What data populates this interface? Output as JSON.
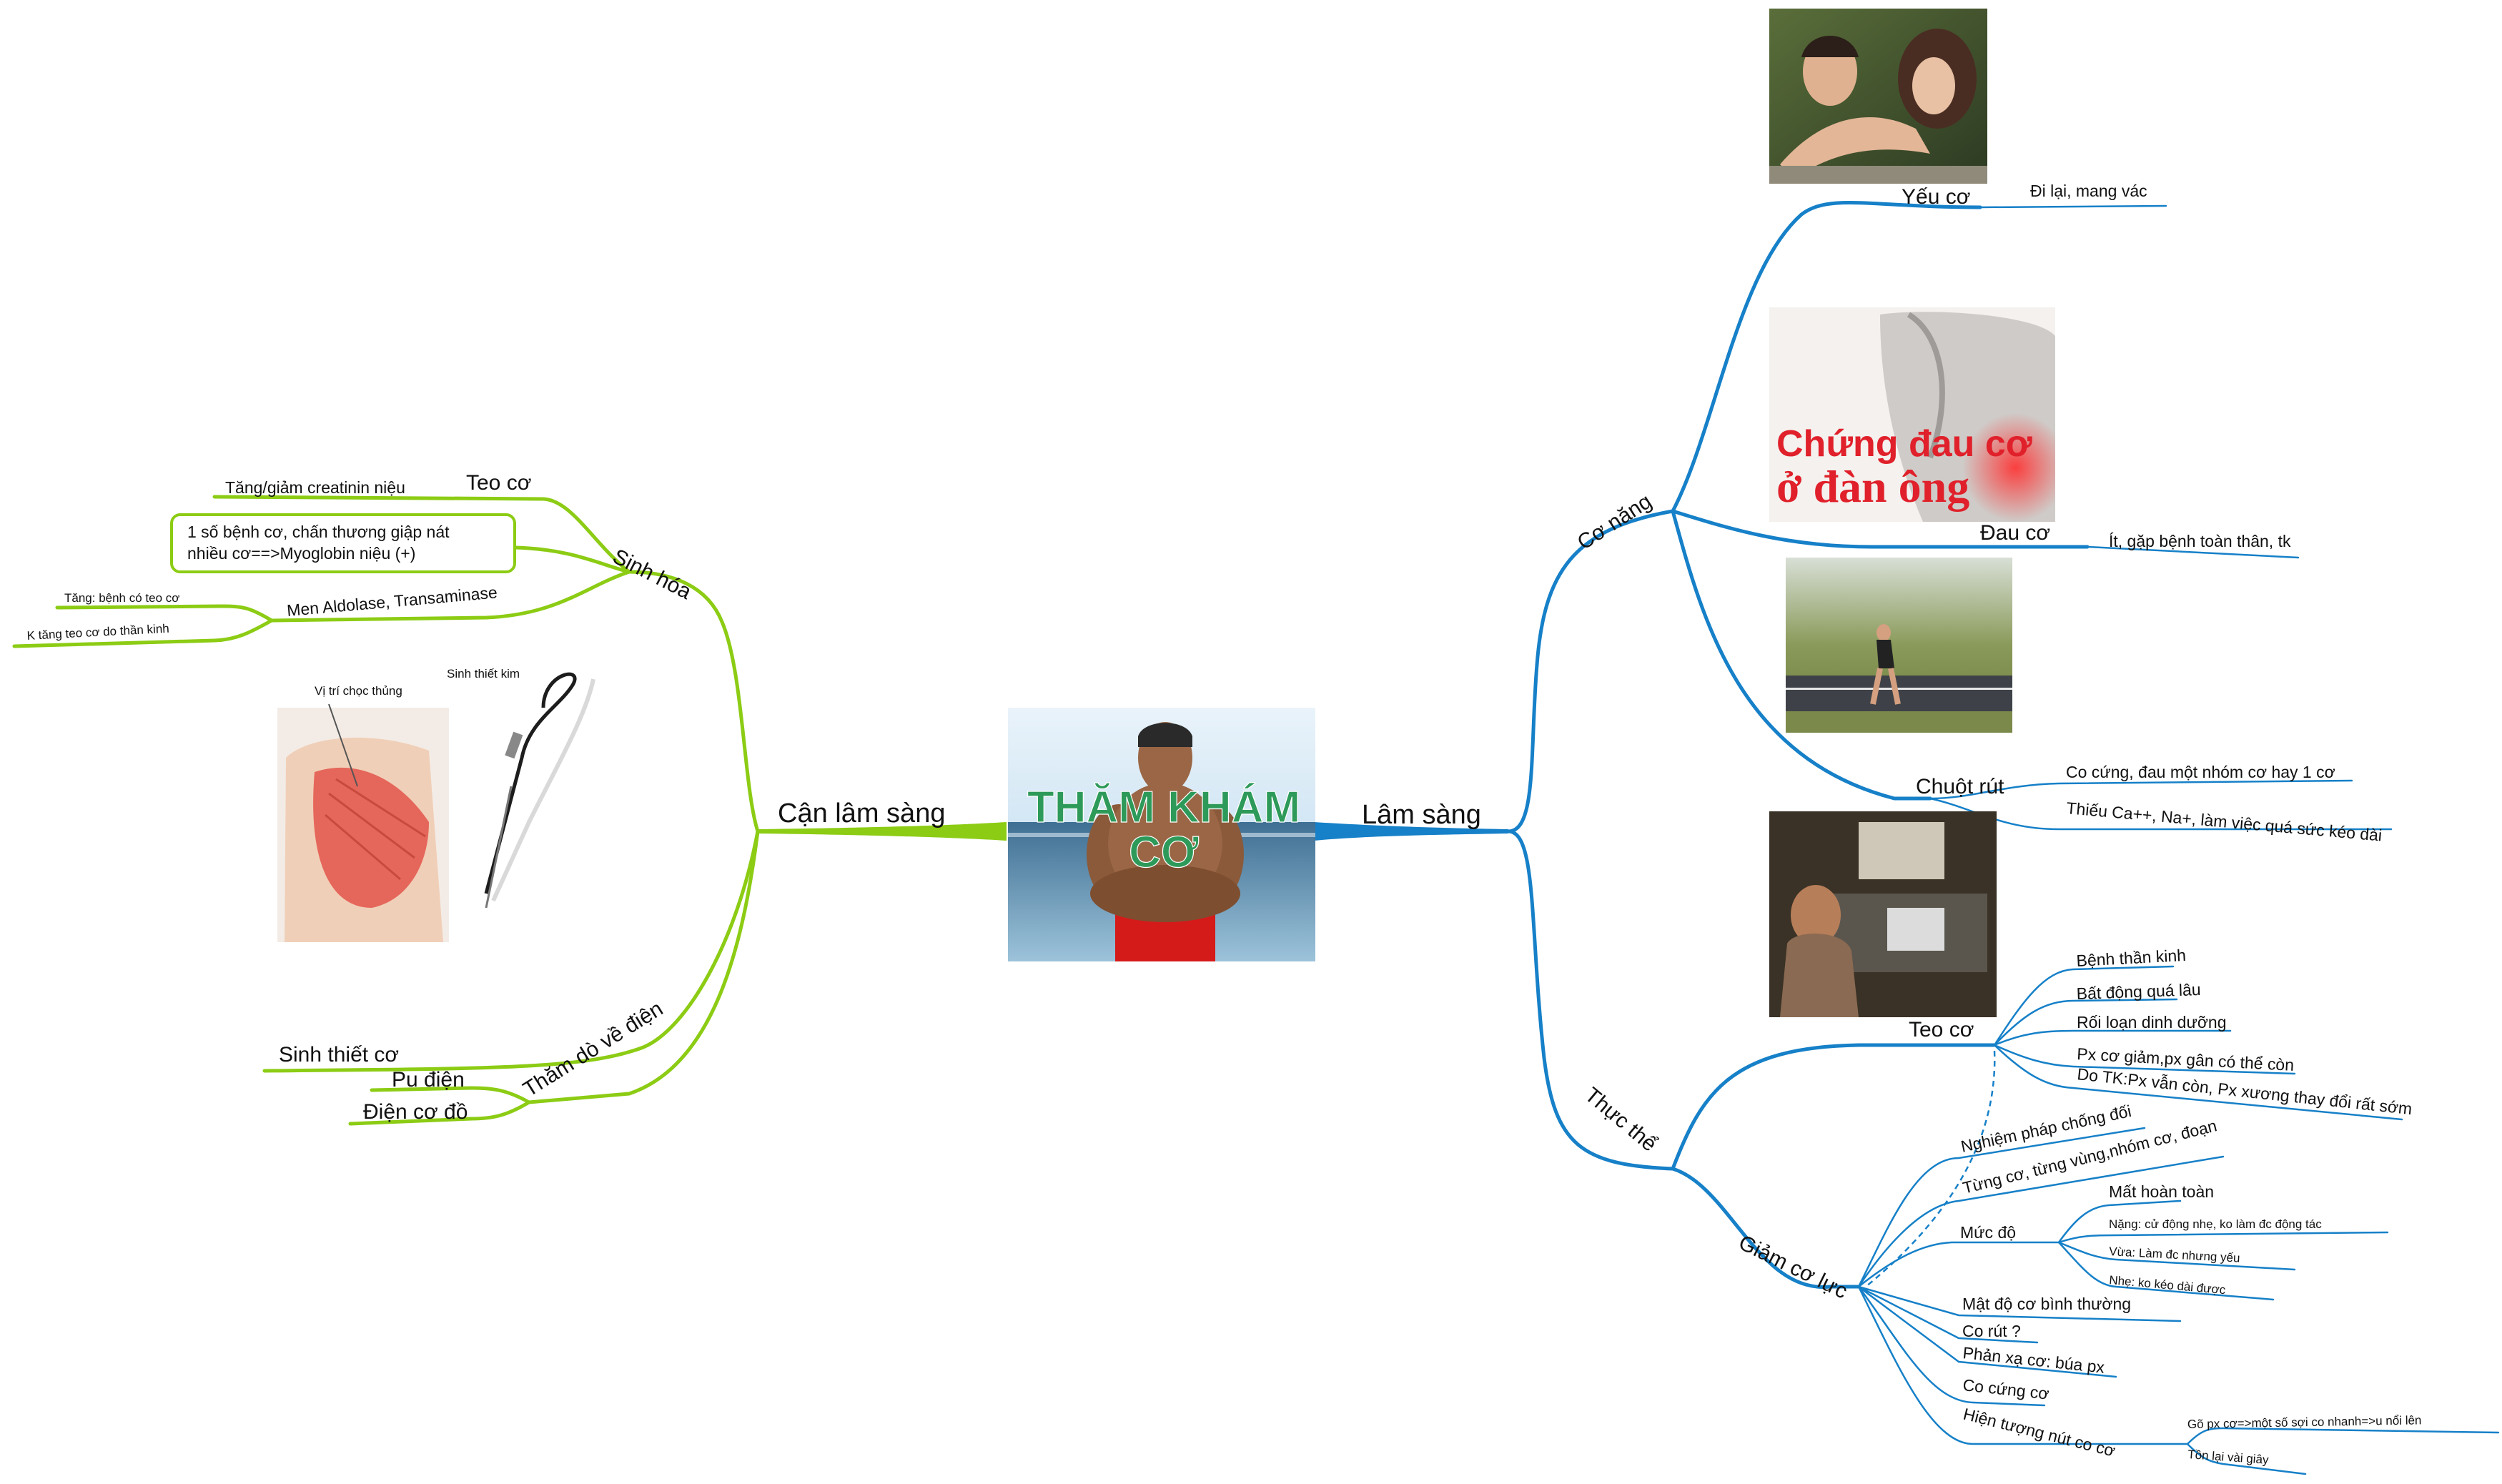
{
  "central": {
    "title_line1": "THĂM KHÁM",
    "title_line2": "CƠ"
  },
  "right": {
    "label": "Lâm sàng",
    "co_nang": {
      "label": "Cơ năng",
      "yeu_co": {
        "label": "Yếu cơ",
        "leaf": "Đi lại, mang vác"
      },
      "dau_co": {
        "label": "Đau cơ",
        "leaf": "Ít, gặp bệnh toàn thân, tk",
        "image_text_line1": "Chứng đau cơ",
        "image_text_line2": "ở đàn ông"
      },
      "chuot_rut": {
        "label": "Chuột rút",
        "leaves": [
          "Co cứng, đau một nhóm cơ hay 1 cơ",
          "Thiếu Ca++, Na+, làm việc quá sức kéo dài"
        ]
      }
    },
    "thuc_the": {
      "label": "Thực thể",
      "teo_co": {
        "label": "Teo cơ",
        "leaves": [
          "Bệnh thần kinh",
          "Bất động quá lâu",
          "Rối loạn dinh dưỡng",
          "Px cơ giảm,px gân có thể còn",
          "Do TK:Px vẫn còn, Px xương thay đổi rất sớm"
        ]
      },
      "giam_co_luc": {
        "label": "Giảm cơ lực",
        "nghiem_phap": "Nghiệm pháp chống đối",
        "tung_co": "Từng cơ, từng vùng,nhóm cơ, đoạn",
        "muc_do": {
          "label": "Mức độ",
          "leaves": [
            "Mất hoàn toàn",
            "Nặng: cử động nhẹ, ko làm đc động tác",
            "Vừa: Làm đc nhưng yếu",
            "Nhẹ: ko kéo dài được"
          ]
        },
        "mat_do": "Mật độ cơ bình thường",
        "co_rut": "Co rút ?",
        "phan_xa": "Phản xạ cơ: búa px",
        "co_cung": "Co cứng cơ",
        "hien_tuong": {
          "label": "Hiện tượng nút co cơ",
          "leaves": [
            "Gõ px cơ=>một số sợi co nhanh=>u nổi lên",
            "Tồn lại vài giây"
          ]
        }
      }
    }
  },
  "left": {
    "label": "Cận lâm sàng",
    "sinh_hoa": {
      "label": "Sinh hóa",
      "teo_co": {
        "label": "Teo cơ",
        "leaf": "Tăng/giảm creatinin niệu"
      },
      "box_line1": "1 số bệnh cơ, chấn thương giập nát",
      "box_line2": "nhiều cơ==>Myoglobin niệu (+)",
      "men": {
        "label": "Men Aldolase, Transaminase",
        "leaves": [
          "Tăng: bệnh có teo cơ",
          "K tăng teo cơ do thần kinh"
        ]
      }
    },
    "image_labels": {
      "vi_tri": "Vị trí chọc thủng",
      "sinh_thiet_kim": "Sinh thiết kim"
    },
    "sinh_thiet": "Sinh thiết cơ",
    "tham_do": {
      "label": "Thăm dò về điện",
      "leaves": [
        "Pu điện",
        "Điện cơ đồ"
      ]
    }
  },
  "colors": {
    "right_branch": "#1680c8",
    "left_branch": "#8ccc14",
    "title": "#2e9a5a"
  }
}
